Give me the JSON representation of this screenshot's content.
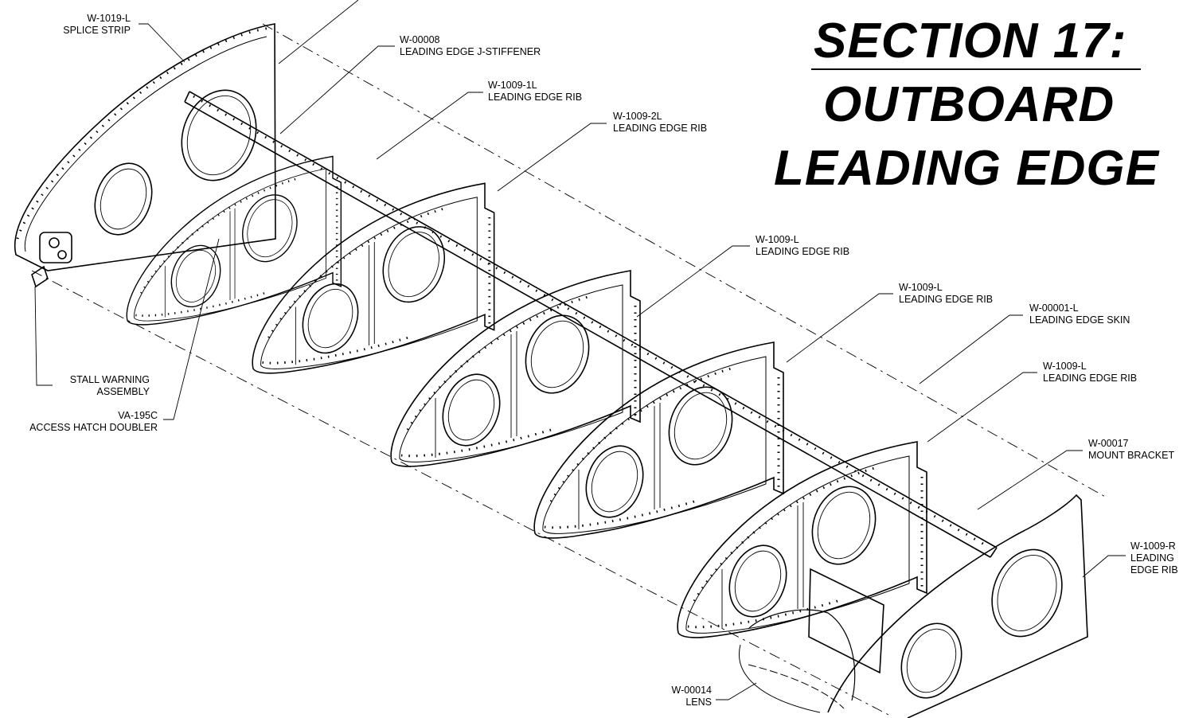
{
  "section_title": {
    "line1": "SECTION 17:",
    "line2": "OUTBOARD",
    "line3": "LEADING EDGE"
  },
  "callouts": {
    "splice_strip": {
      "part": "W-1019-L",
      "name": "SPLICE STRIP"
    },
    "j_stiffener": {
      "part": "W-00008",
      "name": "LEADING EDGE J-STIFFENER"
    },
    "rib_1l": {
      "part": "W-1009-1L",
      "name": "LEADING EDGE RIB"
    },
    "rib_2l": {
      "part": "W-1009-2L",
      "name": "LEADING EDGE RIB"
    },
    "rib_l_a": {
      "part": "W-1009-L",
      "name": "LEADING EDGE RIB"
    },
    "rib_l_b": {
      "part": "W-1009-L",
      "name": "LEADING EDGE RIB"
    },
    "skin": {
      "part": "W-00001-L",
      "name": "LEADING EDGE SKIN"
    },
    "rib_l_c": {
      "part": "W-1009-L",
      "name": "LEADING EDGE RIB"
    },
    "mount_bracket": {
      "part": "W-00017",
      "name": "MOUNT BRACKET"
    },
    "rib_r": {
      "part": "W-1009-R",
      "line2": "LEADING",
      "line3": "EDGE RIB"
    },
    "lens": {
      "part": "W-00014",
      "name": "LENS"
    },
    "stall_warning": {
      "line1": "STALL WARNING",
      "line2": "ASSEMBLY"
    },
    "hatch_doubler": {
      "part": "VA-195C",
      "name": "ACCESS HATCH DOUBLER"
    }
  }
}
